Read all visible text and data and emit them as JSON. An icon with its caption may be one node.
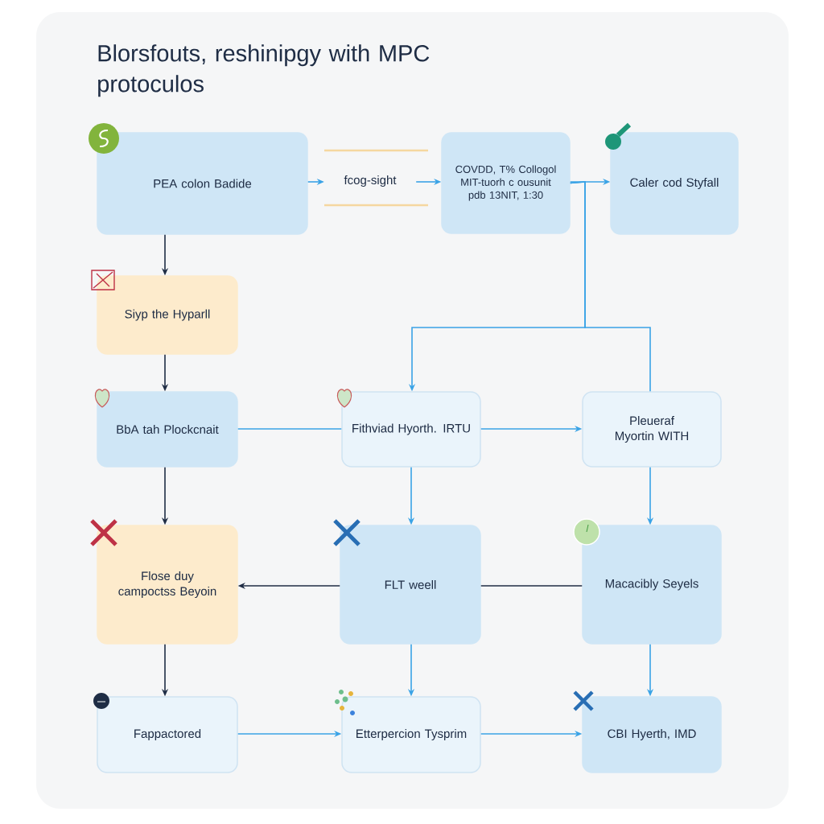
{
  "diagram": {
    "title": "Blorsfouts, reshinipgy with MPC protoculos",
    "nodes": [
      {
        "text": [
          "PEA colon Badide"
        ]
      },
      {
        "text": [
          "fcog-sight"
        ]
      },
      {
        "text": [
          "COVDD, T% Collogol MIT-tuorh c ousunit pdb 13NIT, 1:30"
        ]
      },
      {
        "text": [
          "Caler cod Styfall"
        ]
      },
      {
        "text": [
          "Siyp the Hyparll"
        ]
      },
      {
        "text": [
          "BbA tah Plockcnait"
        ]
      },
      {
        "text": [
          "Fithviad Hyorth. IRTU"
        ]
      },
      {
        "text": [
          "Pleueraf Myortin WITH"
        ]
      },
      {
        "text": [
          "Flose duy campoctss Beyoin"
        ]
      },
      {
        "text": [
          "FLT weell"
        ]
      },
      {
        "text": [
          "Macacibly Seyels"
        ]
      },
      {
        "text": [
          "Fappactored"
        ]
      },
      {
        "text": [
          "Etterpercion Tysprim"
        ]
      },
      {
        "text": [
          "CBI Hyerth, IMD"
        ]
      }
    ],
    "edges": [
      {
        "from": 0,
        "to": 1,
        "arrow": "to"
      },
      {
        "from": 1,
        "to": 2,
        "arrow": "to"
      },
      {
        "from": 2,
        "to": 3,
        "arrow": "to"
      },
      {
        "from": 2,
        "to": 6,
        "arrow": "to"
      },
      {
        "from": 2,
        "to": 7,
        "arrow": "none"
      },
      {
        "from": 0,
        "to": 4,
        "arrow": "to",
        "color": "#1f2d45"
      },
      {
        "from": 4,
        "to": 5,
        "arrow": "to",
        "color": "#1f2d45"
      },
      {
        "from": 5,
        "to": 6,
        "arrow": "none"
      },
      {
        "from": 6,
        "to": 7,
        "arrow": "to"
      },
      {
        "from": 5,
        "to": 8,
        "arrow": "to",
        "color": "#1f2d45"
      },
      {
        "from": 6,
        "to": 9,
        "arrow": "to"
      },
      {
        "from": 7,
        "to": 10,
        "arrow": "to"
      },
      {
        "from": 9,
        "to": 8,
        "arrow": "to",
        "color": "#1f2d45"
      },
      {
        "from": 10,
        "to": 9,
        "arrow": "none",
        "color": "#1f2d45"
      },
      {
        "from": 8,
        "to": 11,
        "arrow": "to",
        "color": "#1f2d45"
      },
      {
        "from": 9,
        "to": 12,
        "arrow": "to"
      },
      {
        "from": 10,
        "to": 13,
        "arrow": "to"
      },
      {
        "from": 11,
        "to": 12,
        "arrow": "to"
      },
      {
        "from": 12,
        "to": 13,
        "arrow": "to"
      }
    ]
  }
}
